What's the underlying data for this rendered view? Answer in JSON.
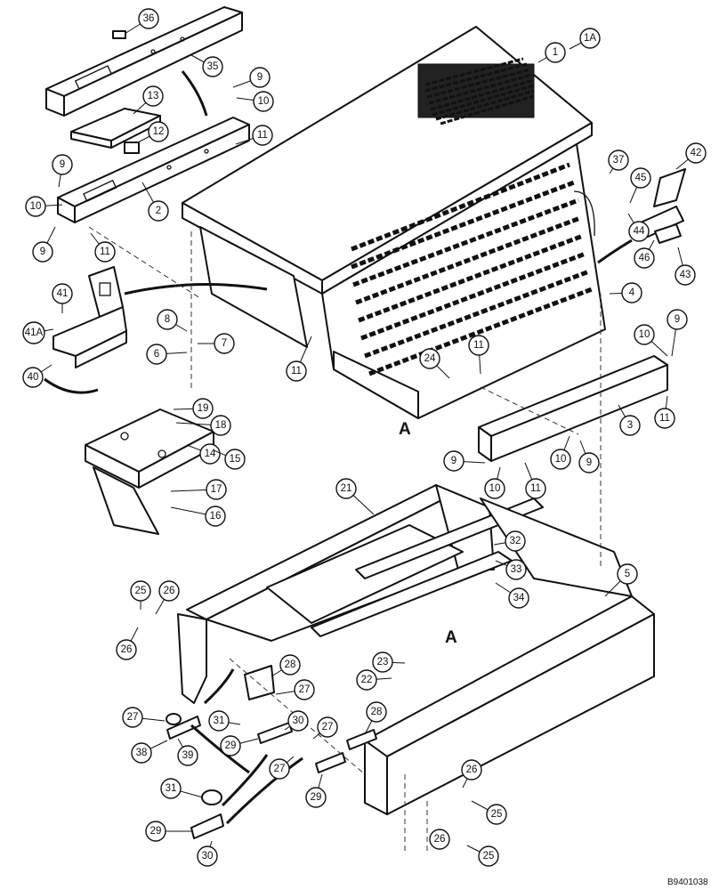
{
  "figure_code": "B9401038",
  "view_marks": [
    "A",
    "A"
  ],
  "callouts": [
    "1",
    "1A",
    "2",
    "3",
    "4",
    "5",
    "6",
    "7",
    "8",
    "9",
    "10",
    "11",
    "12",
    "13",
    "14",
    "15",
    "16",
    "17",
    "18",
    "19",
    "21",
    "22",
    "23",
    "24",
    "25",
    "26",
    "27",
    "28",
    "29",
    "30",
    "31",
    "32",
    "33",
    "34",
    "35",
    "36",
    "37",
    "38",
    "39",
    "40",
    "41",
    "41A",
    "42",
    "43",
    "44",
    "45",
    "46"
  ]
}
